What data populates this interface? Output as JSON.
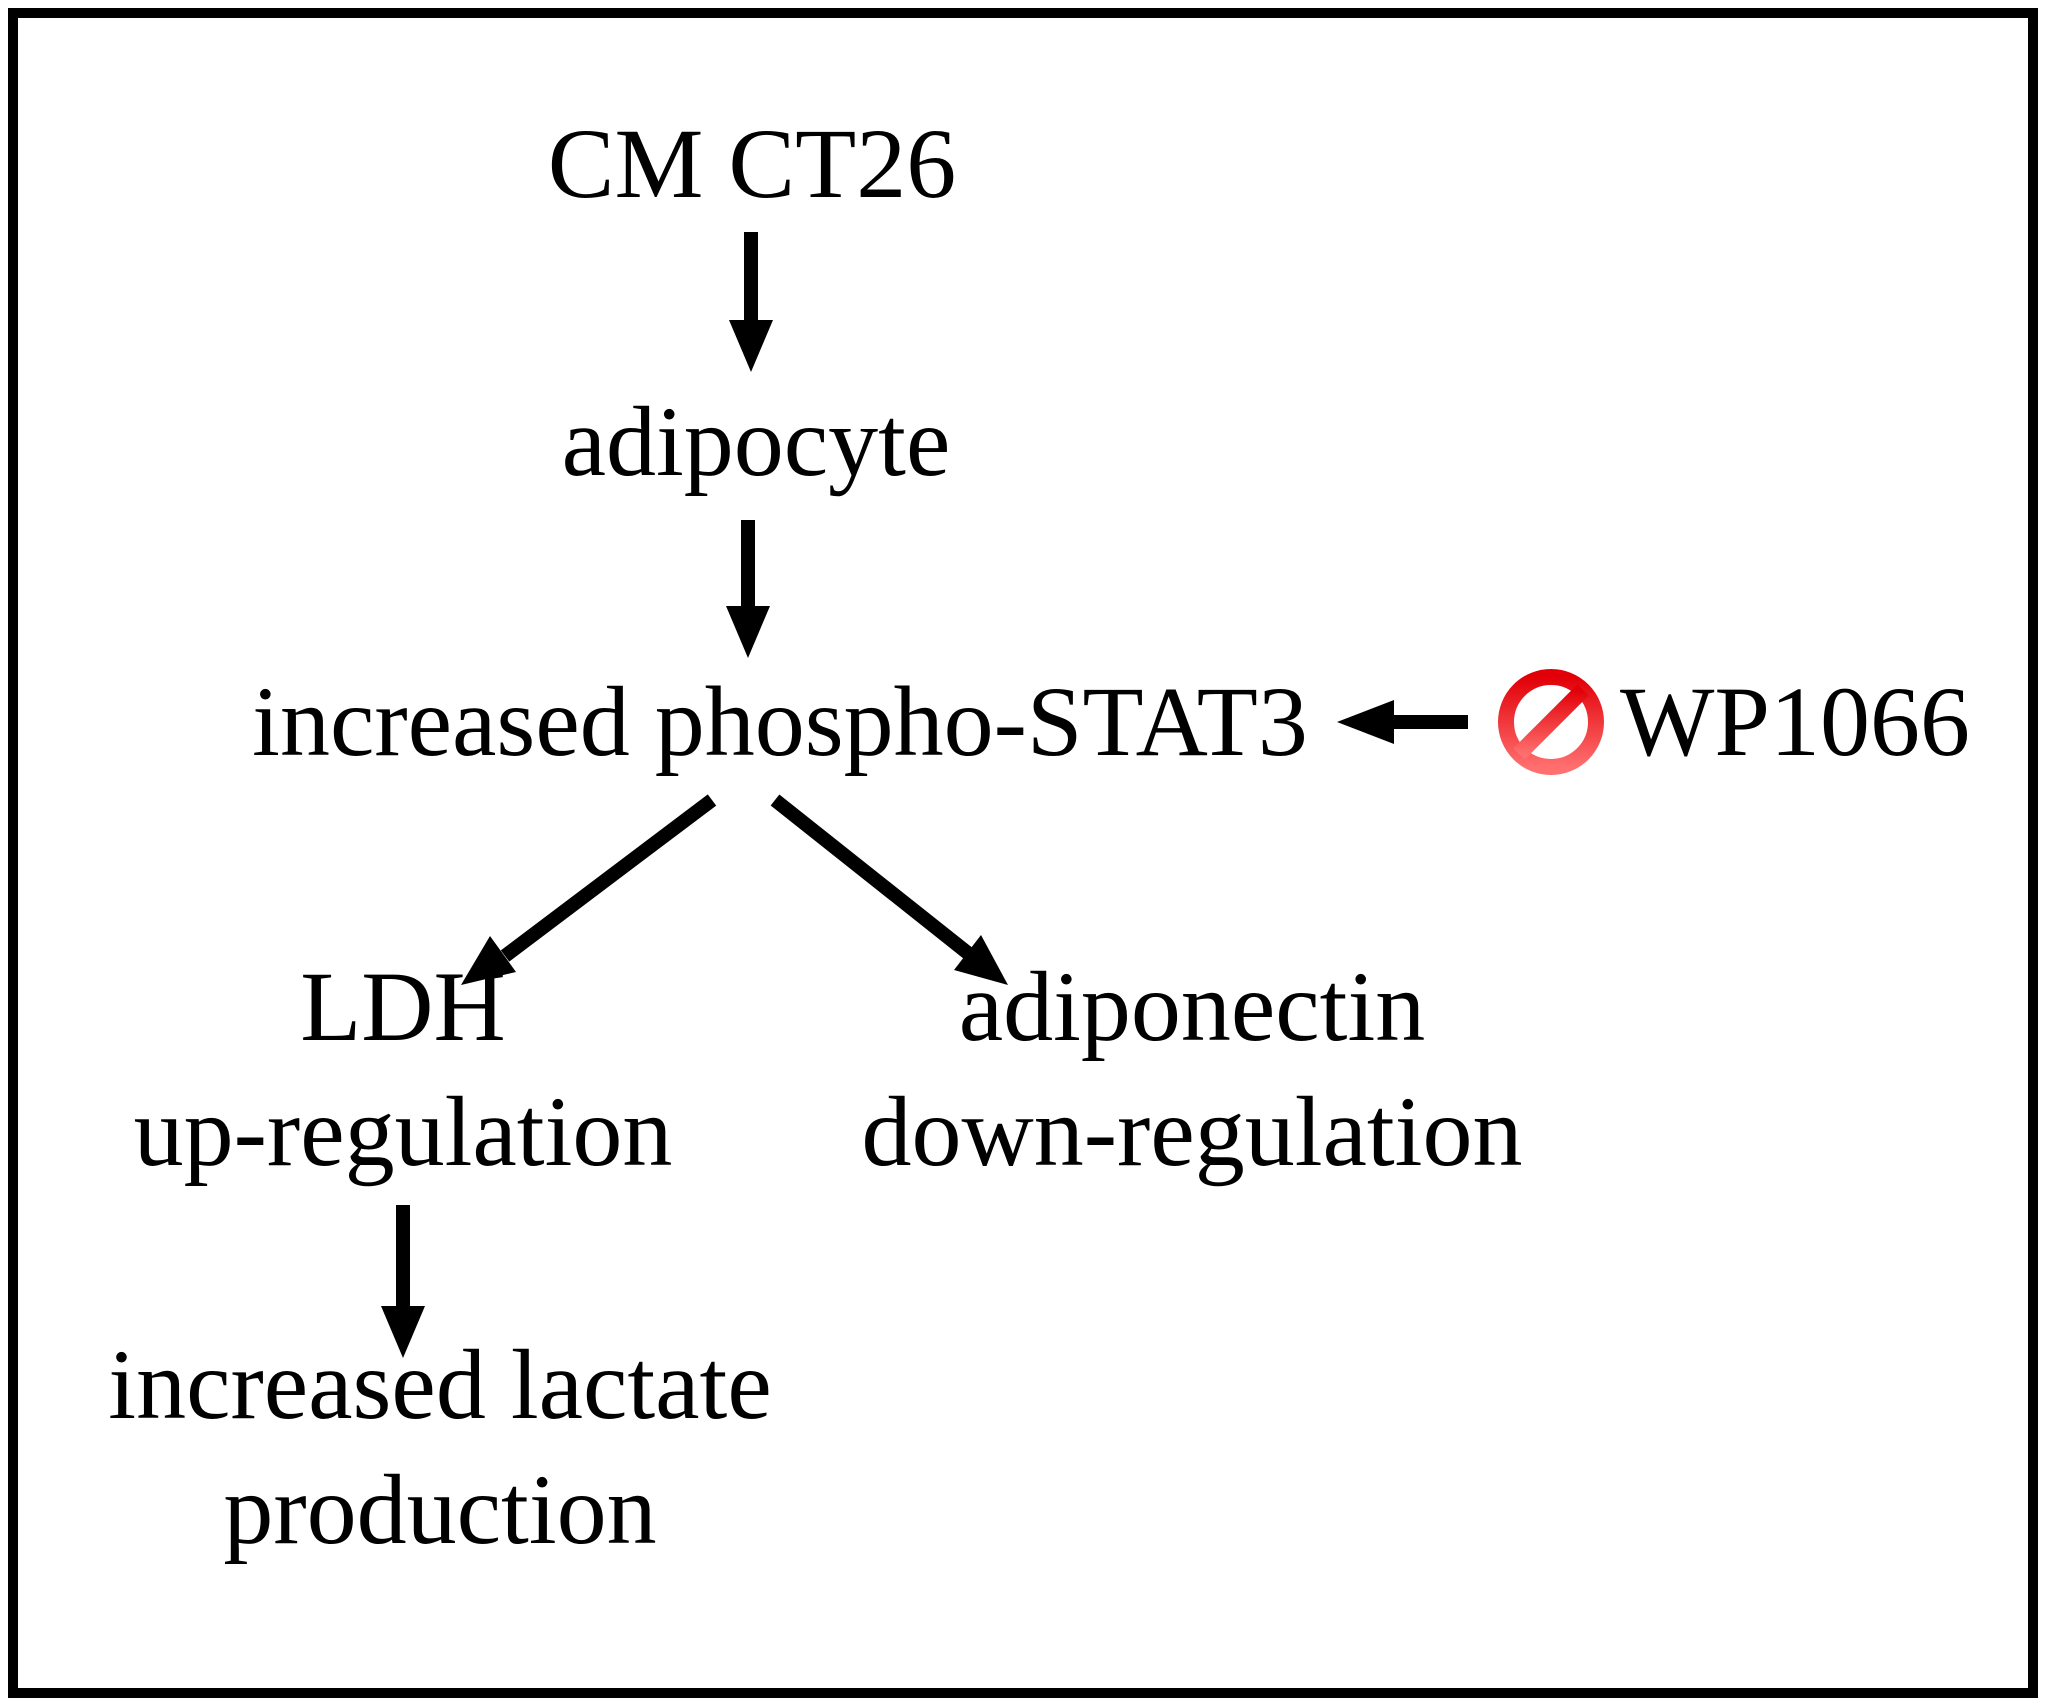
{
  "figure": {
    "colors": {
      "background": "#ffffff",
      "border": "#000000",
      "text": "#000000",
      "arrow": "#000000",
      "inhibitor_gradient_top": "#e10007",
      "inhibitor_gradient_bottom": "#ff6f6f"
    },
    "nodes": {
      "source": "CM CT26",
      "cell": "adipocyte",
      "signal": "increased phospho-STAT3",
      "inhibitor": "WP1066",
      "branch_left_line1": "LDH",
      "branch_left_line2": "up-regulation",
      "branch_right_line1": "adiponectin",
      "branch_right_line2": "down-regulation",
      "outcome_line1": "increased lactate",
      "outcome_line2": "production"
    },
    "icons": {
      "inhibition": "prohibition-sign"
    }
  }
}
